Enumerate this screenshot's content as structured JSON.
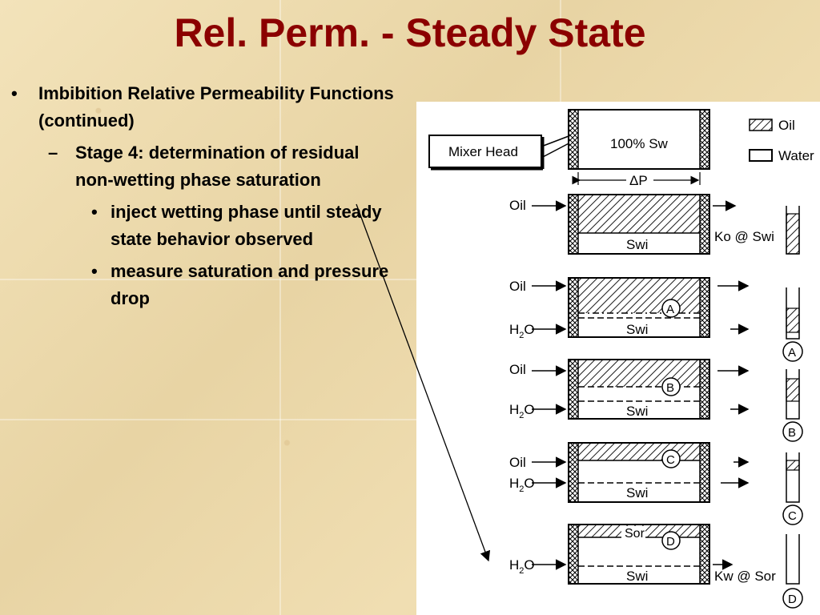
{
  "title": "Rel. Perm. - Steady State",
  "bullets": {
    "l1_marker": "•",
    "l1_text": "Imbibition Relative Permeability Functions (continued)",
    "l2_marker": "–",
    "l2_text": "Stage 4: determination of residual non-wetting phase saturation",
    "l3_marker": "•",
    "l3_items": [
      "inject wetting phase until steady state behavior observed",
      "measure saturation and pressure drop"
    ]
  },
  "diagram": {
    "legend_oil": "Oil",
    "legend_water": "Water",
    "mixer_head": "Mixer Head",
    "top_core": "100% Sw",
    "delta_p": "ΔP",
    "oil": "Oil",
    "h2o_h": "H",
    "h2o_sub": "2",
    "h2o_o": "O",
    "swi": "Swi",
    "sor": "Sor",
    "ko_swi": "Ko @ Swi",
    "kw_sor": "Kw @ Sor",
    "stages": [
      "A",
      "B",
      "C",
      "D"
    ]
  }
}
